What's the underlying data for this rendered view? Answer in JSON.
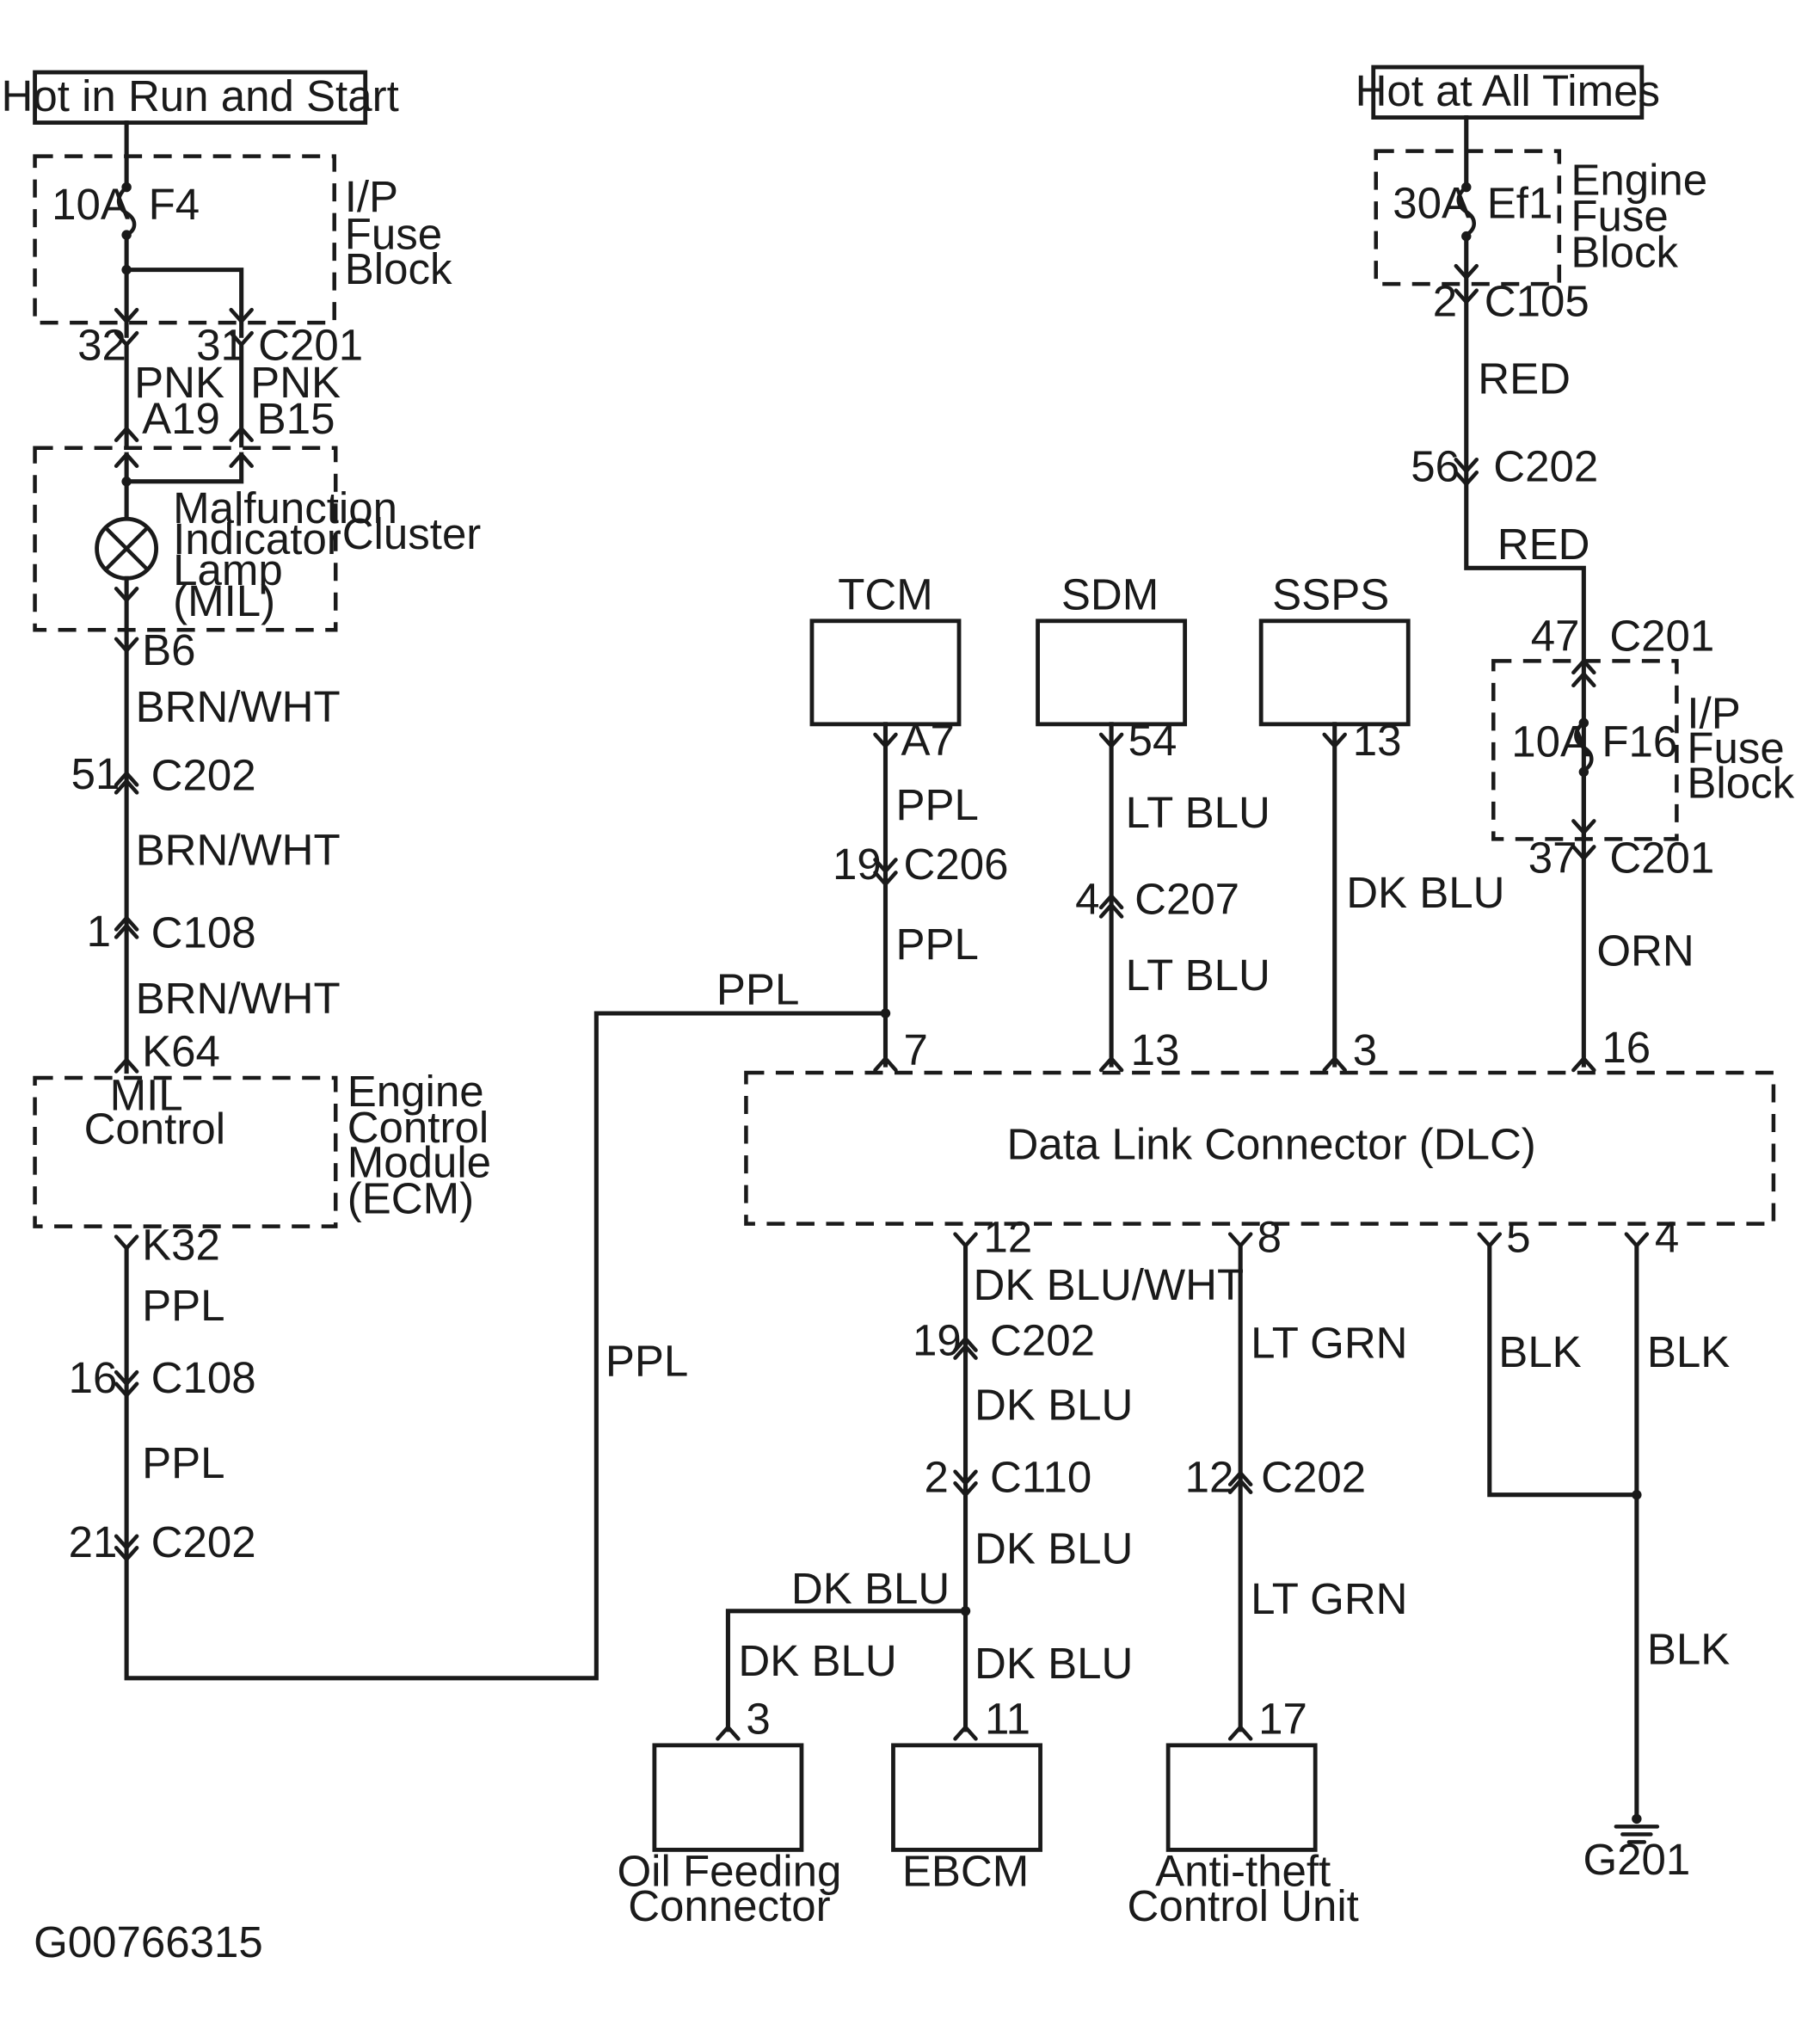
{
  "power": {
    "run_start": "Hot in Run and Start",
    "all_times": "Hot at All Times"
  },
  "ip_fuse_block_left": {
    "rating": "10A",
    "fuse": "F4",
    "label": [
      "I/P",
      "Fuse",
      "Block"
    ]
  },
  "engine_fuse_block": {
    "rating": "30A",
    "fuse": "Ef1",
    "label": [
      "Engine",
      "Fuse",
      "Block"
    ]
  },
  "ip_fuse_block_right": {
    "rating": "10A",
    "fuse": "F16",
    "label": [
      "I/P",
      "Fuse",
      "Block"
    ]
  },
  "cluster": {
    "label": "Cluster",
    "lamp": [
      "Malfunction",
      "Indicator",
      "Lamp",
      "(MIL)"
    ]
  },
  "ecm": {
    "inner": [
      "MIL",
      "Control"
    ],
    "label": [
      "Engine",
      "Control",
      "Module",
      "(ECM)"
    ]
  },
  "dlc": {
    "label": "Data Link Connector (DLC)"
  },
  "modules": {
    "tcm": "TCM",
    "sdm": "SDM",
    "ssps": "SSPS",
    "oil": [
      "Oil Feeding",
      "Connector"
    ],
    "ebcm": "EBCM",
    "antitheft": [
      "Anti-theft",
      "Control Unit"
    ]
  },
  "ground": "G201",
  "figure_id": "G00766315",
  "left_branch": {
    "pin32": "32",
    "pin31": "31",
    "c201": "C201",
    "pnk_a": "PNK",
    "pnk_b": "PNK",
    "a19": "A19",
    "b15": "B15",
    "b6": "B6",
    "brnwht1": "BRN/WHT",
    "pin51": "51",
    "c202": "C202",
    "brnwht2": "BRN/WHT",
    "pin1": "1",
    "c108": "C108",
    "brnwht3": "BRN/WHT",
    "k64": "K64",
    "k32": "K32",
    "ppl1": "PPL",
    "pin16": "16",
    "c108b": "C108",
    "ppl2": "PPL",
    "pin21": "21",
    "c202b": "C202",
    "ppl_long": "PPL",
    "ppl_top": "PPL"
  },
  "right_branch": {
    "pin2": "2",
    "c105": "C105",
    "red1": "RED",
    "pin56": "56",
    "c202": "C202",
    "red2": "RED",
    "pin47": "47",
    "c201a": "C201",
    "pin37": "37",
    "c201b": "C201",
    "orn": "ORN",
    "pin16": "16"
  },
  "tcm_branch": {
    "a7": "A7",
    "ppl1": "PPL",
    "pin19": "19",
    "c206": "C206",
    "ppl2": "PPL",
    "pin7": "7"
  },
  "sdm_branch": {
    "pin54": "54",
    "ltblu1": "LT  BLU",
    "pin4": "4",
    "c207": "C207",
    "ltblu2": "LT  BLU",
    "pin13": "13"
  },
  "ssps_branch": {
    "pin13": "13",
    "dkblu": "DK BLU",
    "pin3": "3"
  },
  "lower_branch": {
    "pin12": "12",
    "dkbluwht": "DK BLU/WHT",
    "pin19": "19",
    "c202": "C202",
    "dkblu1": "DK BLU",
    "pin2": "2",
    "c110": "C110",
    "dkblu2": "DK BLU",
    "dkblu_h": "DK BLU",
    "dkblu_l": "DK BLU",
    "dkblu_r": "DK BLU",
    "pin3": "3",
    "pin11": "11"
  },
  "ltgrn_branch": {
    "pin8": "8",
    "ltgrn1": "LT GRN",
    "pin12": "12",
    "c202": "C202",
    "ltgrn2": "LT GRN",
    "pin17": "17"
  },
  "blk_branch": {
    "pin5": "5",
    "pin4": "4",
    "blk1": "BLK",
    "blk2": "BLK",
    "blk3": "BLK"
  }
}
